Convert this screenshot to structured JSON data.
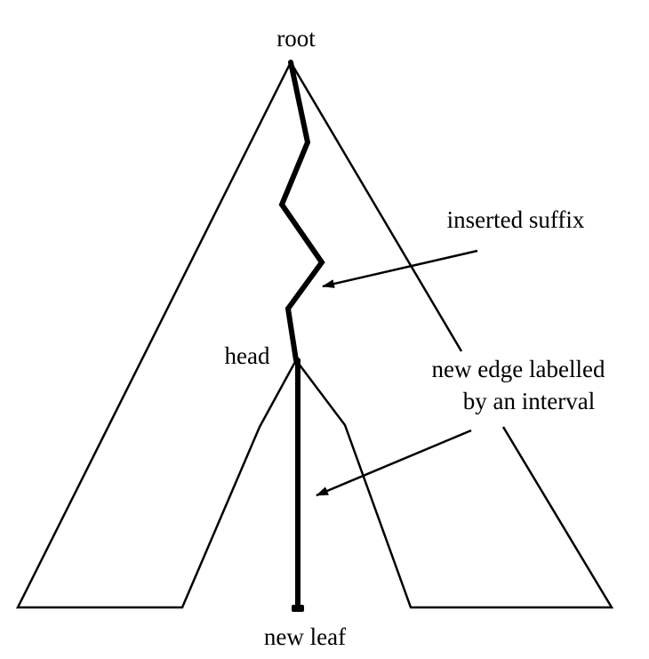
{
  "labels": {
    "root": "root",
    "head": "head",
    "inserted_suffix": "inserted suffix",
    "new_edge_line1": "new edge labelled",
    "new_edge_line2": "by an interval",
    "new_leaf": "new leaf"
  },
  "colors": {
    "stroke": "#000000",
    "background": "#ffffff"
  }
}
